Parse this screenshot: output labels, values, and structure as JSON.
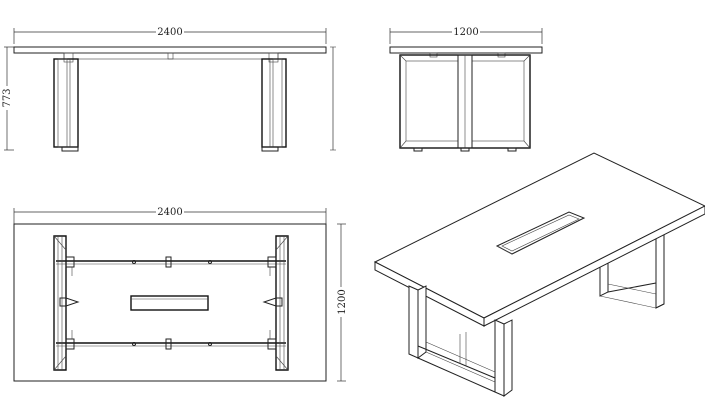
{
  "front_view": {
    "width_dim": "2400",
    "height_dim": "773"
  },
  "side_view": {
    "width_dim": "1200"
  },
  "top_view": {
    "width_dim": "2400",
    "depth_dim": "1200"
  },
  "colors": {
    "line": "#222222",
    "background": "#ffffff"
  }
}
